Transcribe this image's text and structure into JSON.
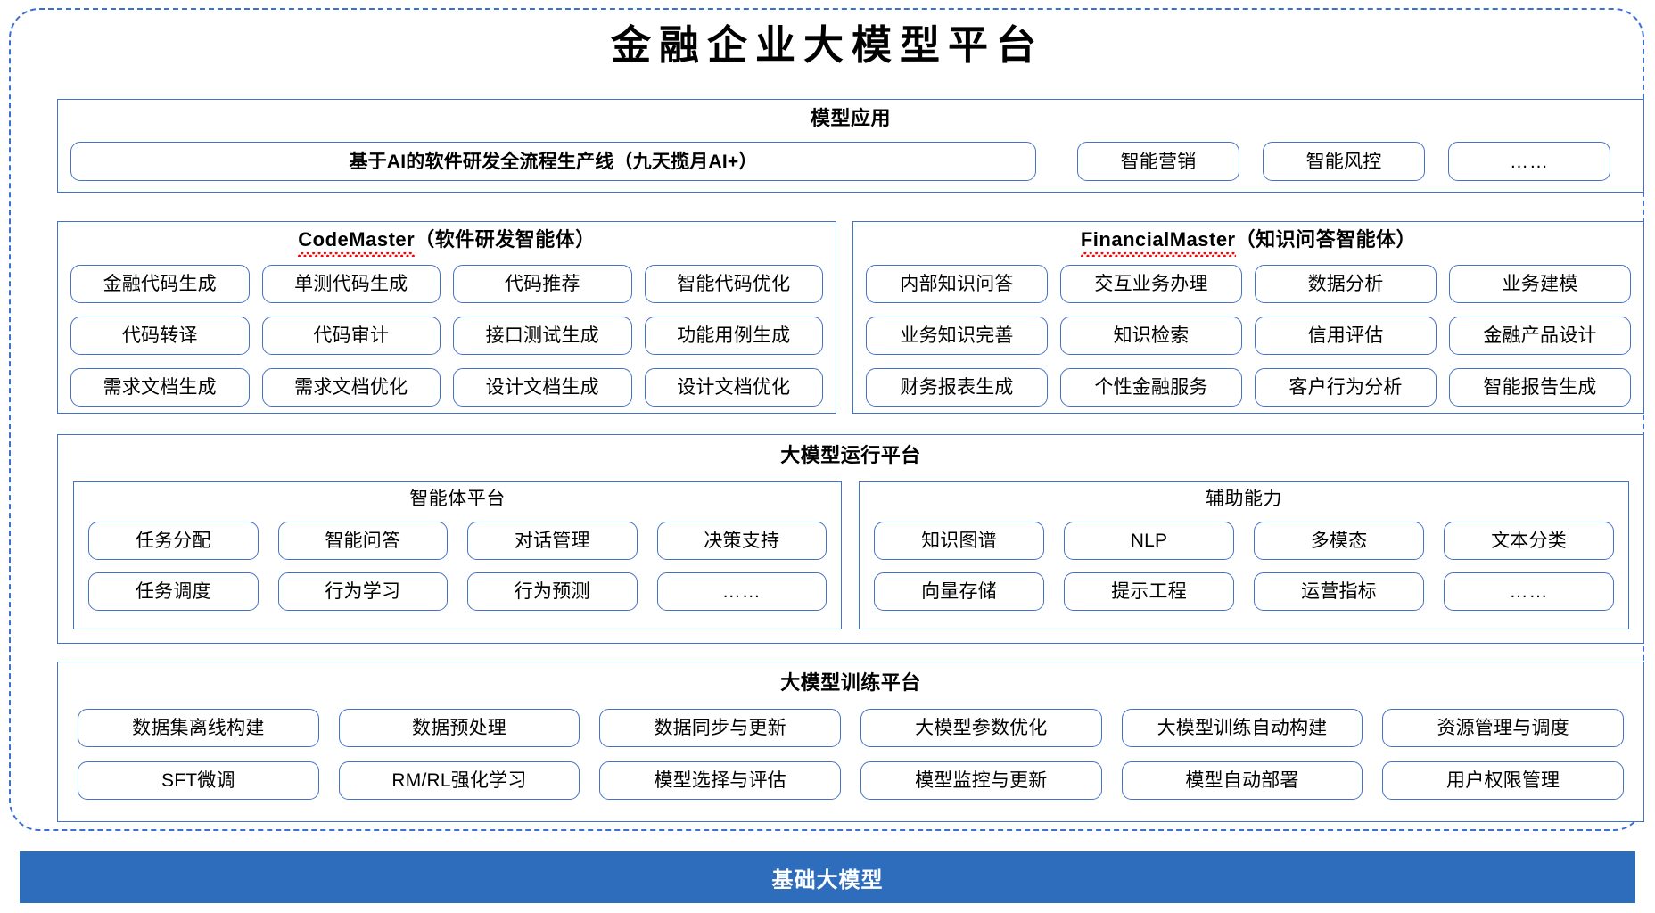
{
  "page_title": "金融企业大模型平台",
  "colors": {
    "outline_blue": "#4472c4",
    "dashed_border_blue": "#3b6fd4",
    "foundation_bar_blue": "#2e6cbc",
    "spellcheck_red": "#ff0000"
  },
  "model_application": {
    "title": "模型应用",
    "main_chip": "基于AI的软件研发全流程生产线（九天揽月AI+）",
    "extra_chips": [
      "智能营销",
      "智能风控",
      "……"
    ]
  },
  "codemaster": {
    "title_en": "CodeMaster",
    "title_cn": "（软件研发智能体）",
    "items": [
      "金融代码生成",
      "单测代码生成",
      "代码推荐",
      "智能代码优化",
      "代码转译",
      "代码审计",
      "接口测试生成",
      "功能用例生成",
      "需求文档生成",
      "需求文档优化",
      "设计文档生成",
      "设计文档优化"
    ]
  },
  "financialmaster": {
    "title_en": "FinancialMaster",
    "title_cn": "（知识问答智能体）",
    "items": [
      "内部知识问答",
      "交互业务办理",
      "数据分析",
      "业务建模",
      "业务知识完善",
      "知识检索",
      "信用评估",
      "金融产品设计",
      "财务报表生成",
      "个性金融服务",
      "客户行为分析",
      "智能报告生成"
    ]
  },
  "runtime_platform": {
    "title": "大模型运行平台",
    "agent_platform": {
      "title": "智能体平台",
      "items": [
        "任务分配",
        "智能问答",
        "对话管理",
        "决策支持",
        "任务调度",
        "行为学习",
        "行为预测",
        "……"
      ]
    },
    "auxiliary_ability": {
      "title": "辅助能力",
      "items": [
        "知识图谱",
        "NLP",
        "多模态",
        "文本分类",
        "向量存储",
        "提示工程",
        "运营指标",
        "……"
      ]
    }
  },
  "training_platform": {
    "title": "大模型训练平台",
    "items": [
      "数据集离线构建",
      "数据预处理",
      "数据同步与更新",
      "大模型参数优化",
      "大模型训练自动构建",
      "资源管理与调度",
      "SFT微调",
      "RM/RL强化学习",
      "模型选择与评估",
      "模型监控与更新",
      "模型自动部署",
      "用户权限管理"
    ]
  },
  "foundation": {
    "label": "基础大模型"
  }
}
